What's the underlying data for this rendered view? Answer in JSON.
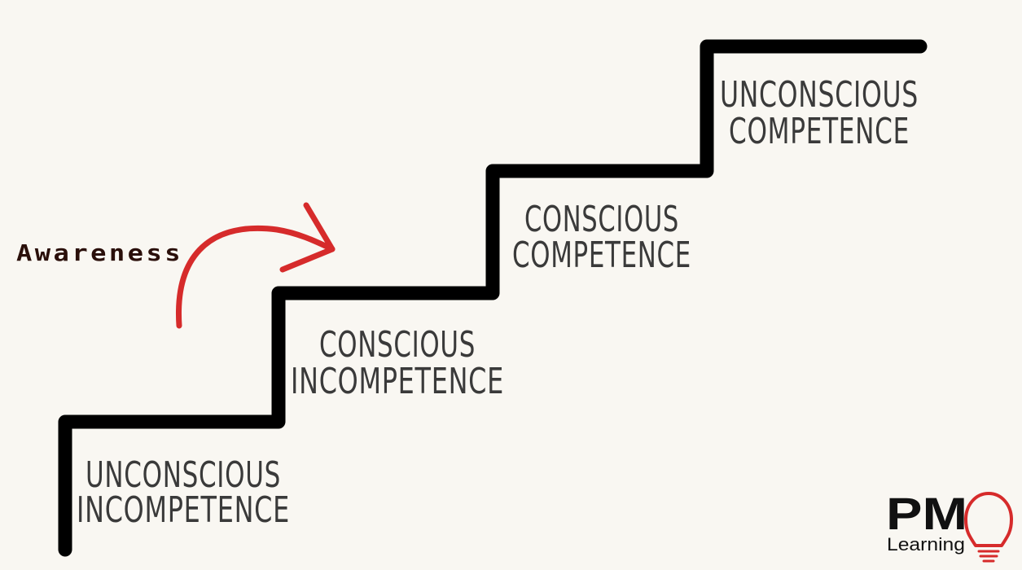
{
  "steps": [
    {
      "line1": "UNCONSCIOUS",
      "line2": "INCOMPETENCE"
    },
    {
      "line1": "CONSCIOUS",
      "line2": "INCOMPETENCE"
    },
    {
      "line1": "CONSCIOUS",
      "line2": "COMPETENCE"
    },
    {
      "line1": "UNCONSCIOUS",
      "line2": "COMPETENCE"
    }
  ],
  "awareness": {
    "label": "Awareness"
  },
  "logo": {
    "main": "PMO",
    "sub": "Learning"
  },
  "colors": {
    "background": "#f9f7f2",
    "staircase": "#000000",
    "arrow": "#d62b2b",
    "text": "#3a3a3a",
    "logo_bulb": "#d62b2b"
  }
}
